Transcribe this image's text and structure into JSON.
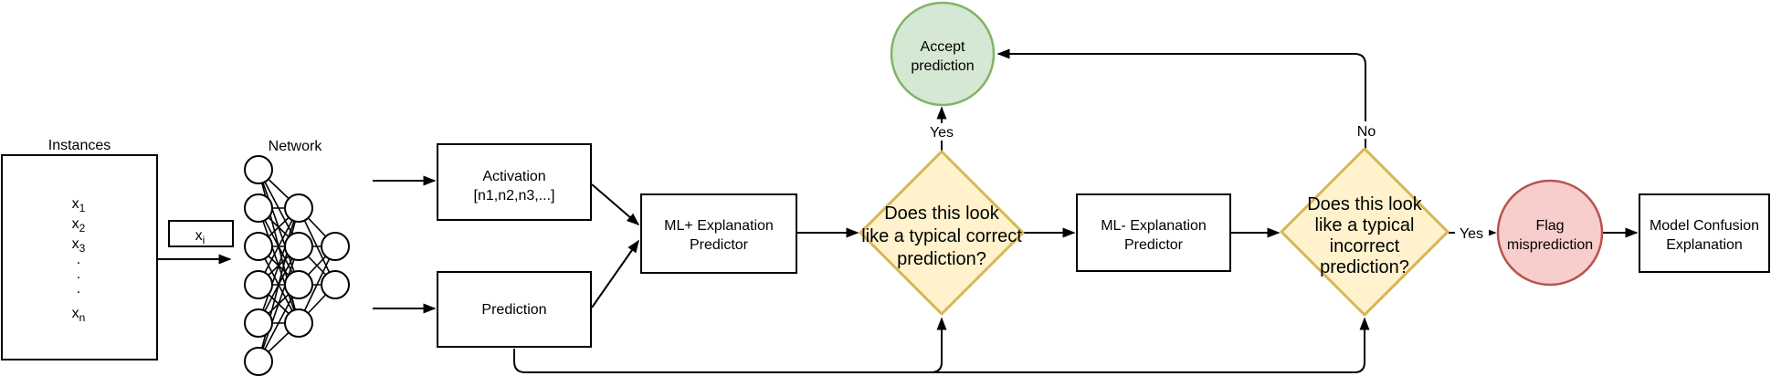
{
  "nodes": {
    "instances": {
      "label": "Instances",
      "items": [
        {
          "base": "x",
          "sub": "1"
        },
        {
          "base": "x",
          "sub": "2"
        },
        {
          "base": "x",
          "sub": "3"
        },
        {
          "base": ".",
          "sub": ""
        },
        {
          "base": ".",
          "sub": ""
        },
        {
          "base": ".",
          "sub": ""
        },
        {
          "base": "x",
          "sub": "n"
        }
      ]
    },
    "sample": {
      "base": "x",
      "sub": "i"
    },
    "network": {
      "label": "Network"
    },
    "activation": {
      "line1": "Activation",
      "line2": "[n1,n2,n3,...]"
    },
    "prediction": {
      "label": "Prediction"
    },
    "ml_plus_predictor": {
      "line1": "ML+ Explanation",
      "line2": "Predictor"
    },
    "decision_correct": {
      "line1": "Does this look",
      "line2": "like a typical correct",
      "line3": "prediction?"
    },
    "accept_prediction": {
      "line1": "Accept",
      "line2": "prediction"
    },
    "ml_minus_predictor": {
      "line1": "ML- Explanation",
      "line2": "Predictor"
    },
    "decision_incorrect": {
      "line1": "Does this look",
      "line2": "like a typical",
      "line3": "incorrect",
      "line4": "prediction?"
    },
    "flag_misprediction": {
      "line1": "Flag",
      "line2": "misprediction"
    },
    "model_confusion": {
      "line1": "Model Confusion",
      "line2": "Explanation"
    }
  },
  "edge_labels": {
    "yes_accept": "Yes",
    "no_loop": "No",
    "yes_flag": "Yes"
  },
  "colors": {
    "decision_fill": "#FFF2CC",
    "decision_stroke": "#D6B656",
    "accept_fill": "#D5E8D4",
    "accept_stroke": "#82B366",
    "flag_fill": "#F8CECC",
    "flag_stroke": "#B85450",
    "line": "#000000",
    "background": "#FFFFFF"
  }
}
